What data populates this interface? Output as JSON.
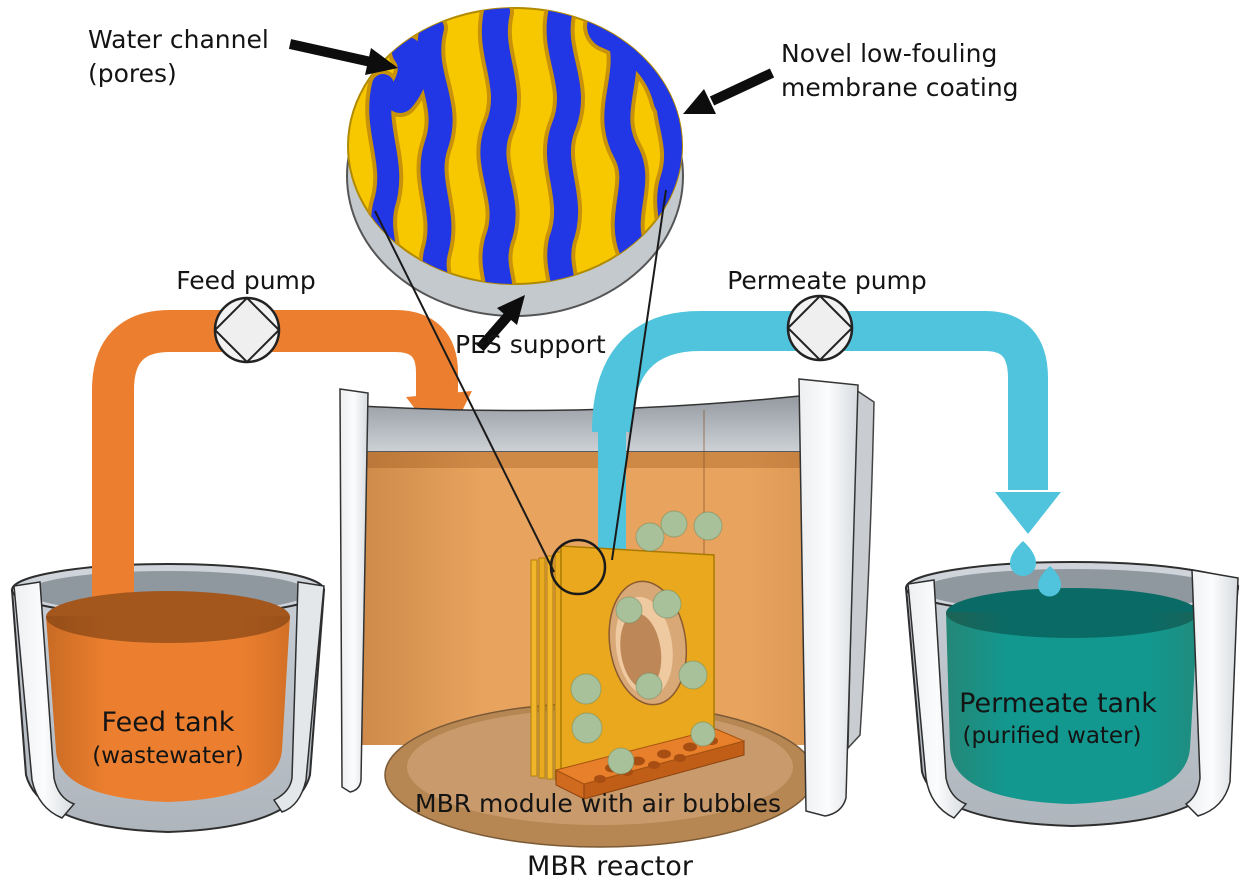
{
  "diagram": {
    "labels": {
      "water_channel_line1": "Water channel",
      "water_channel_line2": "(pores)",
      "coating_line1": "Novel low-fouling",
      "coating_line2": "membrane coating",
      "pes_support": "PES support",
      "feed_pump": "Feed pump",
      "permeate_pump": "Permeate pump",
      "feed_tank_line1": "Feed tank",
      "feed_tank_line2": "(wastewater)",
      "permeate_tank_line1": "Permeate tank",
      "permeate_tank_line2": "(purified water)",
      "mbr_module": "MBR module with air bubbles",
      "mbr_reactor": "MBR reactor"
    },
    "colors": {
      "membrane_yellow": "#F7C700",
      "pore_blue": "#2136E4",
      "membrane_edge": "#C8920A",
      "support_gray": "#C4C9CE",
      "feed_orange": "#EC7F2F",
      "wastewater_surface": "#A4571D",
      "reactor_liquid": "#E8A35E",
      "permeate_pipe_teal": "#4FC4DC",
      "purified_teal": "#12988F",
      "purified_surface": "#0A6B66",
      "bubble_green": "#A8C19A",
      "tank_gray": "#C3C9D0",
      "module_gold": "#E9A81D",
      "sparger_orange": "#E8802B"
    },
    "icons": {
      "feed_pump": "pump-circle-diamond",
      "permeate_pump": "pump-circle-diamond",
      "droplets": "water-droplets",
      "magnifier": "zoom-circle"
    }
  }
}
